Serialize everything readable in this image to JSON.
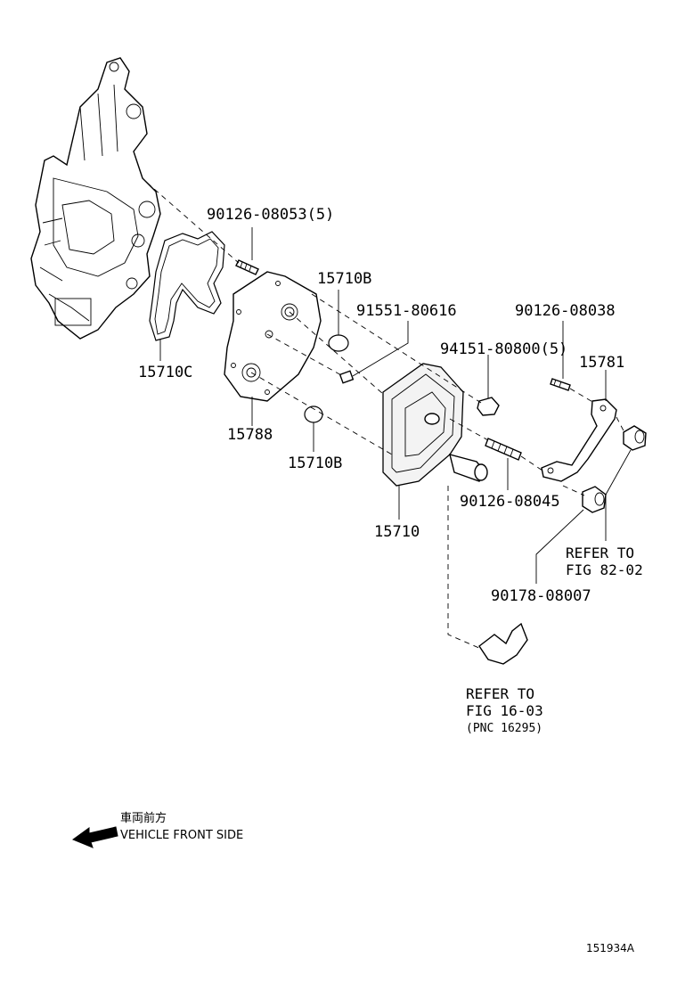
{
  "parts": {
    "p1": "90126-08053(5)",
    "p2": "15710B",
    "p3": "91551-80616",
    "p4": "90126-08038",
    "p5": "94151-80800(5)",
    "p6": "15781",
    "p7": "15710C",
    "p8": "15788",
    "p9": "15710B",
    "p10": "90126-08045",
    "p11": "15710",
    "p12": "90178-08007"
  },
  "notes": {
    "refer1_line1": "REFER TO",
    "refer1_line2": "FIG 82-02",
    "refer2_line1": "REFER TO",
    "refer2_line2": "FIG 16-03",
    "refer2_line3": "(PNC 16295)"
  },
  "legend": {
    "japanese": "車両前方",
    "english": "VEHICLE FRONT SIDE",
    "icon": "arrow-left-icon"
  },
  "illustration_id": "151934A"
}
